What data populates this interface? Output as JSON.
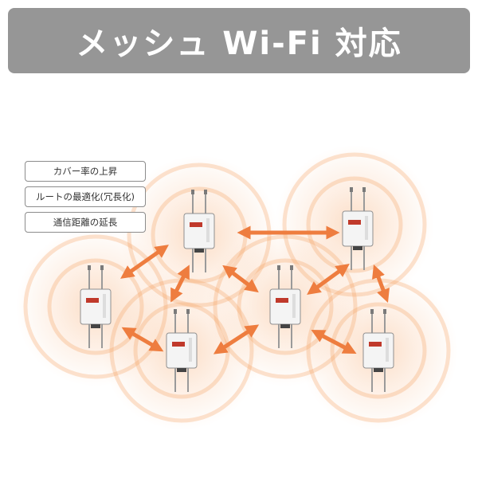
{
  "header": {
    "title": "メッシュ Wi-Fi 対応"
  },
  "features": [
    {
      "label": "カバー率の上昇"
    },
    {
      "label": "ルートの最適化(冗長化)"
    },
    {
      "label": "通信距離の延長"
    }
  ],
  "colors": {
    "banner": "#969696",
    "arrow": "#ee7d3f",
    "ring": "#f6a262"
  }
}
